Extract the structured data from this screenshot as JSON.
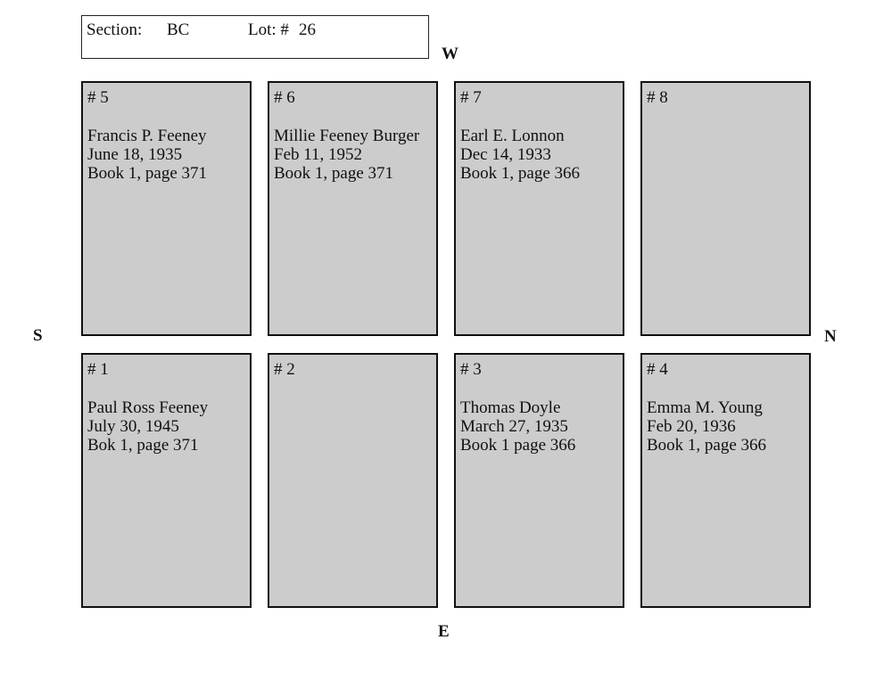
{
  "header": {
    "section_label": "Section:",
    "section_value": "BC",
    "lot_label": "Lot: #",
    "lot_value": "26"
  },
  "compass": {
    "west": "W",
    "south": "S",
    "north": "N",
    "east": "E"
  },
  "plots": {
    "p5": {
      "number": "# 5",
      "name": "Francis P. Feeney",
      "date": "June 18, 1935",
      "record": "Book 1, page 371"
    },
    "p6": {
      "number": "# 6",
      "name": "Millie Feeney Burger",
      "date": "Feb 11, 1952",
      "record": "Book 1, page 371"
    },
    "p7": {
      "number": "# 7",
      "name": "Earl E. Lonnon",
      "date": "Dec 14, 1933",
      "record": "Book 1, page 366"
    },
    "p8": {
      "number": "# 8"
    },
    "p1": {
      "number": "# 1",
      "name": "Paul Ross Feeney",
      "date": "July 30, 1945",
      "record": "Bok 1, page 371"
    },
    "p2": {
      "number": "# 2"
    },
    "p3": {
      "number": "# 3",
      "name": "Thomas Doyle",
      "date": "March 27, 1935",
      "record": "Book 1 page 366"
    },
    "p4": {
      "number": "# 4",
      "name": "Emma M. Young",
      "date": "Feb 20, 1936",
      "record": "Book 1, page 366"
    }
  }
}
